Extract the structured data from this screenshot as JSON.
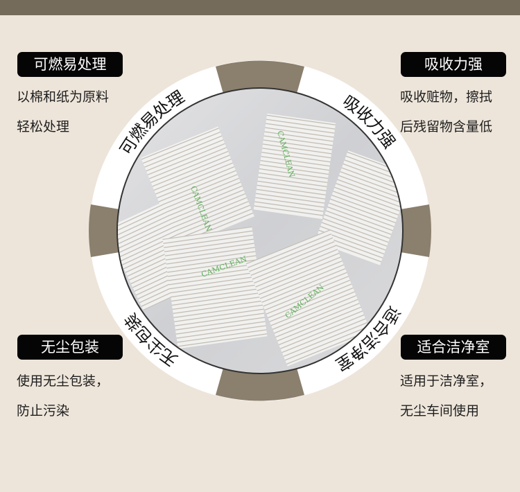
{
  "colors": {
    "bar": "#756b5b",
    "background": "#ede5da",
    "segment": "#8b7f6d",
    "ring": "#ffffff"
  },
  "features": [
    {
      "title": "可燃易处理",
      "lines": [
        "以棉和纸为原料",
        "轻松处理"
      ]
    },
    {
      "title": "吸收力强",
      "lines": [
        "吸收赃物，擦拭",
        "后残留物含量低"
      ]
    },
    {
      "title": "无尘包装",
      "lines": [
        "使用无尘包装，",
        "防止污染"
      ]
    },
    {
      "title": "适合洁净室",
      "lines": [
        "适用于洁净室，",
        "无尘车间使用"
      ]
    }
  ],
  "ring_labels": [
    "可燃易处理",
    "吸收力强",
    "适合洁净室",
    "无尘包装"
  ],
  "package_brand": "CAMCLEAN"
}
